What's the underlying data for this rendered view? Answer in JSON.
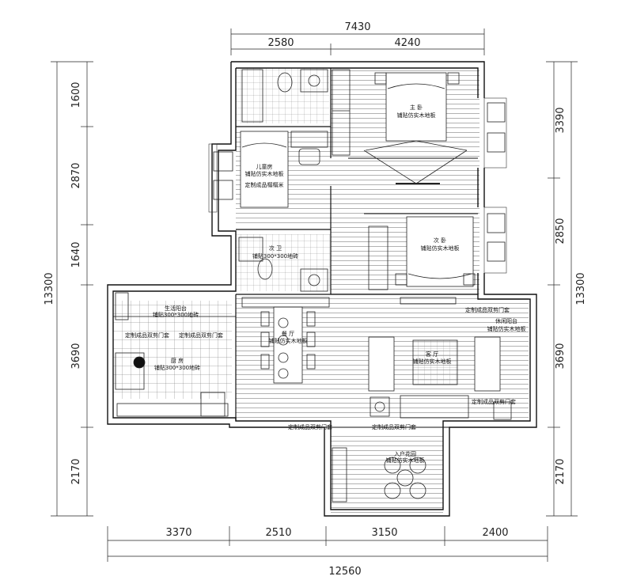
{
  "dimensions": {
    "top_total": "7430",
    "top_left": "2580",
    "top_right": "4240",
    "bottom_total": "12560",
    "bottom_1": "3370",
    "bottom_2": "2510",
    "bottom_3": "3150",
    "bottom_4": "2400",
    "left_total": "13300",
    "left_1": "1600",
    "left_2": "2870",
    "left_3": "1640",
    "left_4": "3690",
    "left_5": "2170",
    "right_total": "13300",
    "right_1": "3390",
    "right_2": "2850",
    "right_3": "3690",
    "right_4": "2170"
  },
  "rooms": {
    "master_bedroom": {
      "name": "主 卧",
      "floor": "铺贴仿实木地板"
    },
    "kids_room": {
      "name": "儿童房",
      "floor": "铺贴仿实木地板",
      "note": "定制成品榻榻米"
    },
    "second_bedroom": {
      "name": "次 卧",
      "floor": "铺贴仿实木地板"
    },
    "second_bath": {
      "name": "次 卫",
      "floor": "铺贴300*300地砖"
    },
    "utility_balcony": {
      "name": "生活阳台",
      "floor": "铺贴300*300地砖"
    },
    "kitchen": {
      "name": "厨 房",
      "floor": "铺贴300*300地砖"
    },
    "dining": {
      "name": "餐 厅",
      "floor": "铺贴仿实木地板"
    },
    "living": {
      "name": "客 厅",
      "floor": "铺贴仿实木地板"
    },
    "leisure_balcony": {
      "name": "休闲阳台",
      "floor": "铺贴仿实木地板"
    },
    "entrance": {
      "name": "入户花园",
      "floor": "铺贴仿实木地板"
    }
  },
  "notes": {
    "door_kitchen": "定制成品双剪门套",
    "door_balcony_top": "定制成品双剪门套",
    "door_balcony_bottom": "定制成品双剪门套",
    "door_entrance_left": "定制成品双剪门套",
    "door_entrance_right": "定制成品双剪门套",
    "door_utility": "定制成品双剪门套"
  }
}
